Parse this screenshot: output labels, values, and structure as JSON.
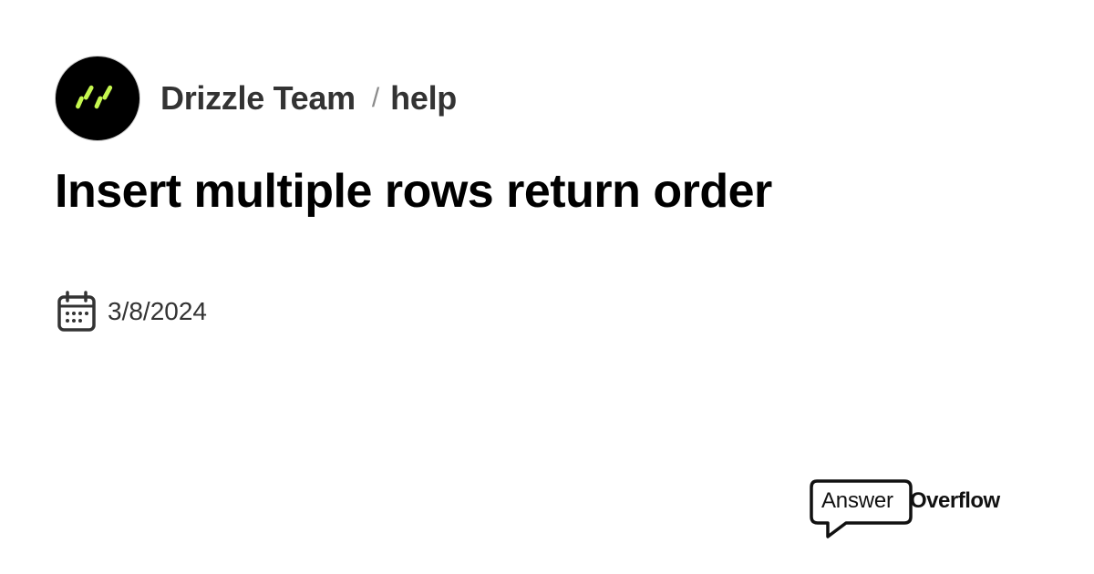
{
  "header": {
    "server_name": "Drizzle Team",
    "separator": "/",
    "channel_name": "help",
    "avatar_icon": "drizzle-logo-icon",
    "avatar_background": "#000000",
    "avatar_accent": "#c5f74f"
  },
  "thread": {
    "title": "Insert multiple rows return order",
    "date_icon": "calendar-icon",
    "date": "3/8/2024"
  },
  "brand": {
    "logo_icon": "speech-bubble-icon",
    "word_1": "Answer",
    "word_2": "Overflow"
  }
}
